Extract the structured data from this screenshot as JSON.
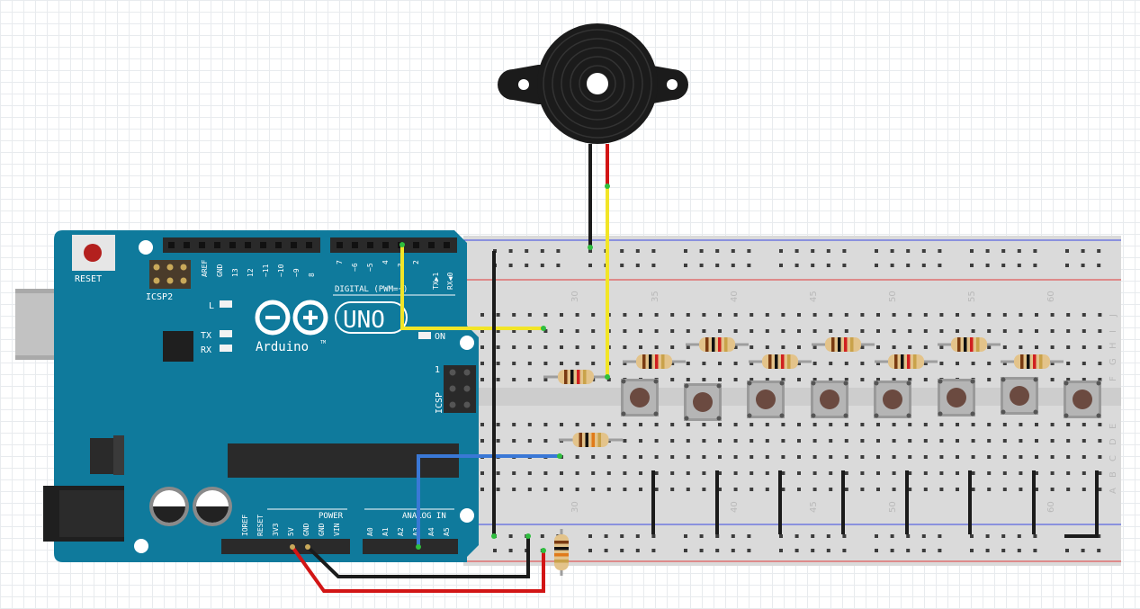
{
  "arduino": {
    "reset_label": "RESET",
    "icsp2_label": "ICSP2",
    "icsp_label": "ICSP",
    "digital_label": "DIGITAL (PWM=~)",
    "brand_uno": "UNO",
    "brand_arduino": "Arduino",
    "tm": "TM",
    "led_l": "L",
    "led_tx": "TX",
    "led_rx": "RX",
    "led_on": "ON",
    "icsp_pin1": "1",
    "power_label": "POWER",
    "analog_label": "ANALOG IN",
    "top_header_pins": [
      "AREF",
      "GND",
      "13",
      "12",
      "~11",
      "~10",
      "~9",
      "8"
    ],
    "digital_pins": [
      "7",
      "~6",
      "~5",
      "4",
      "~3",
      "2",
      "TX▶1",
      "RX◀0"
    ],
    "power_pins": [
      "IOREF",
      "RESET",
      "3V3",
      "5V",
      "GND",
      "GND",
      "VIN"
    ],
    "analog_pins": [
      "A0",
      "A1",
      "A2",
      "A3",
      "A4",
      "A5"
    ]
  },
  "breadboard": {
    "column_numbers": [
      "30",
      "35",
      "40",
      "45",
      "50",
      "55",
      "60"
    ],
    "row_letters_top": [
      "J",
      "I",
      "H",
      "G",
      "F"
    ],
    "row_letters_bottom": [
      "E",
      "D",
      "C",
      "B",
      "A"
    ]
  },
  "components": {
    "buzzer": "piezo-buzzer",
    "pushbutton_count": 8,
    "button_resistor_count": 8,
    "extra_resistor_count": 2
  },
  "colors": {
    "board": "#0f7a9c",
    "wire_yellow": "#f2e527",
    "wire_blue": "#3a78d6",
    "wire_red": "#d21515",
    "wire_black": "#1b1b1b",
    "rail_red": "#e23b3b",
    "rail_blue": "#3b48e2"
  }
}
